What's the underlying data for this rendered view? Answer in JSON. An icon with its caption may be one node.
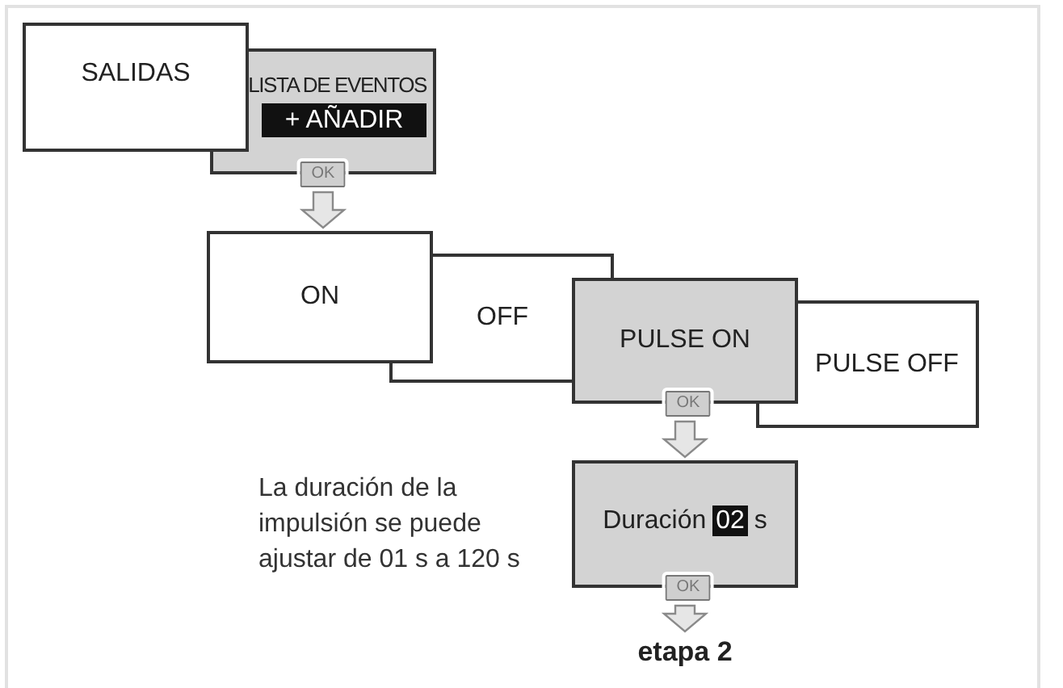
{
  "diagram": {
    "nodes": [
      {
        "text": [
          "SALIDAS"
        ]
      },
      {
        "text": [
          "LISTA DE EVENTOS",
          "+ AÑADIR",
          "OK"
        ]
      },
      {
        "text": [
          "ON"
        ]
      },
      {
        "text": [
          "OFF"
        ]
      },
      {
        "text": [
          "PULSE ON",
          "OK"
        ]
      },
      {
        "text": [
          "PULSE OFF"
        ]
      },
      {
        "text": [
          "Duración",
          "02",
          "s",
          "OK"
        ]
      },
      {
        "text": [
          "etapa 2"
        ]
      }
    ],
    "edges": [
      {
        "from": 1,
        "to": 2,
        "arrow": "to"
      },
      {
        "from": 4,
        "to": 6,
        "arrow": "to"
      },
      {
        "from": 6,
        "to": 7,
        "arrow": "to"
      }
    ],
    "labels": [
      "La duración de la impulsión se puede ajustar de 01 s a 120 s"
    ]
  }
}
